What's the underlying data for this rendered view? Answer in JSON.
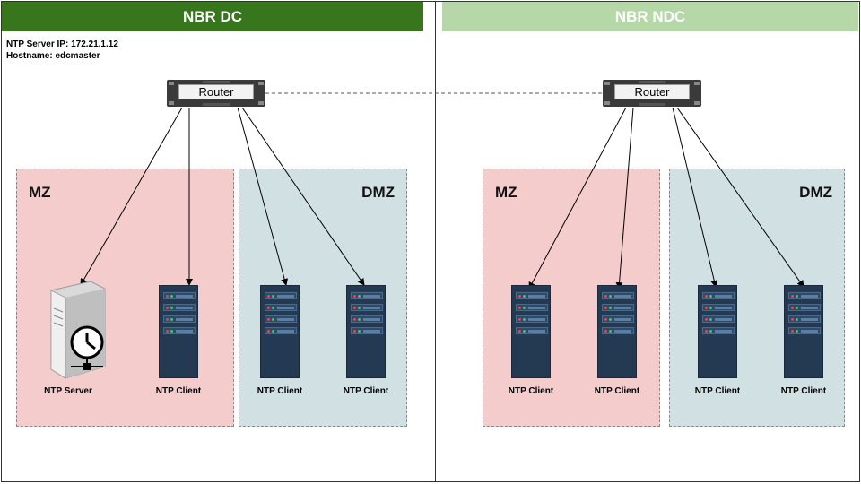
{
  "sites": [
    {
      "title": "NBR DC",
      "header_color": "#38761d",
      "header_text_color": "#ffffff"
    },
    {
      "title": "NBR NDC",
      "header_color": "#b6d7a8",
      "header_text_color": "#ffffff"
    }
  ],
  "info": {
    "ntp_server_ip": "NTP Server IP: 172.21.1.12",
    "hostname": "Hostname: edcmaster"
  },
  "router_label": "Router",
  "zones": {
    "mz_label": "MZ",
    "dmz_label": "DMZ",
    "mz_color": "#f4cccc",
    "dmz_color": "#d0e0e3"
  },
  "nodes": {
    "ntp_server": "NTP Server",
    "ntp_client": "NTP Client"
  },
  "icons": {
    "router": "router-icon",
    "server_rack": "server-rack-icon",
    "ntp_server": "time-server-icon"
  }
}
